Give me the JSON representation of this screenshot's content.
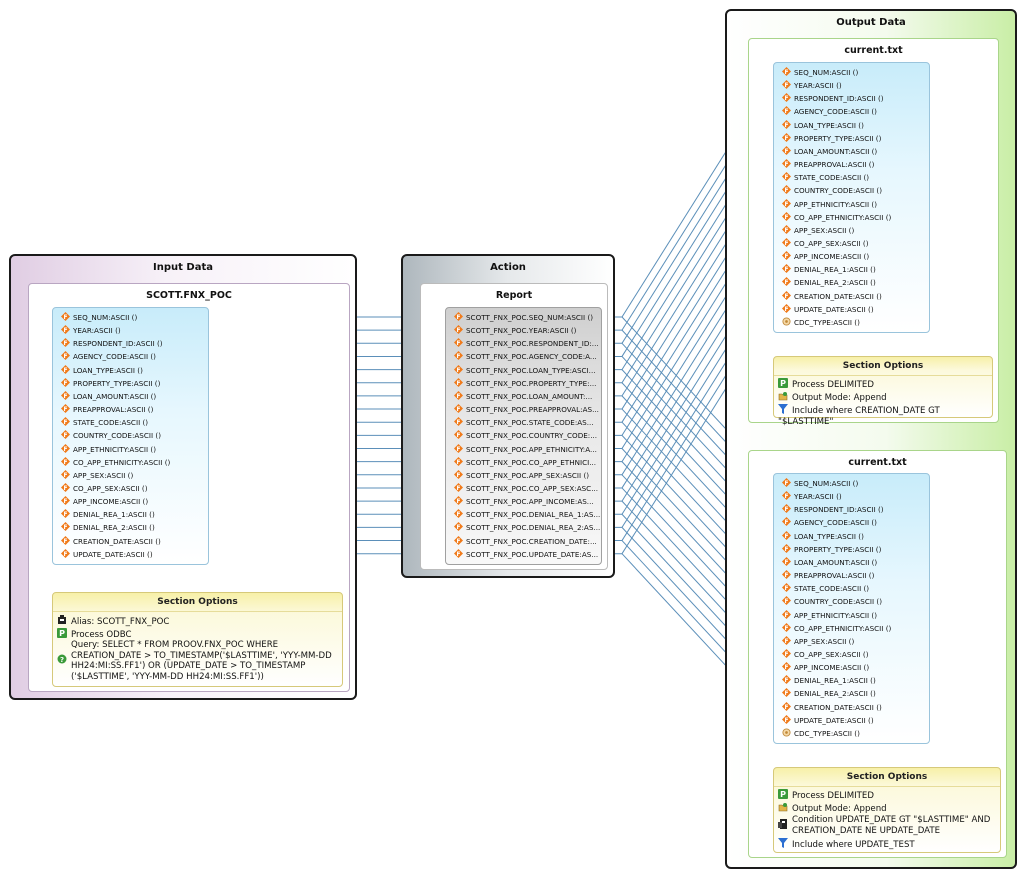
{
  "input_panel": {
    "title": "Input Data",
    "source_title": "SCOTT.FNX_POC",
    "fields": [
      "SEQ_NUM:ASCII ()",
      "YEAR:ASCII ()",
      "RESPONDENT_ID:ASCII ()",
      "AGENCY_CODE:ASCII ()",
      "LOAN_TYPE:ASCII ()",
      "PROPERTY_TYPE:ASCII ()",
      "LOAN_AMOUNT:ASCII ()",
      "PREAPPROVAL:ASCII ()",
      "STATE_CODE:ASCII ()",
      "COUNTRY_CODE:ASCII ()",
      "APP_ETHNICITY:ASCII ()",
      "CO_APP_ETHNICITY:ASCII ()",
      "APP_SEX:ASCII ()",
      "CO_APP_SEX:ASCII ()",
      "APP_INCOME:ASCII ()",
      "DENIAL_REA_1:ASCII ()",
      "DENIAL_REA_2:ASCII ()",
      "CREATION_DATE:ASCII ()",
      "UPDATE_DATE:ASCII ()"
    ],
    "options": {
      "title": "Section Options",
      "alias": "Alias: SCOTT_FNX_POC",
      "process": "Process ODBC",
      "query_lines": [
        "Query: SELECT * FROM PROOV.FNX_POC WHERE",
        "CREATION_DATE > TO_TIMESTAMP('$LASTTIME', 'YYY-MM-DD",
        "HH24:MI:SS.FF1') OR (UPDATE_DATE > TO_TIMESTAMP",
        "('$LASTTIME', 'YYY-MM-DD HH24:MI:SS.FF1'))"
      ]
    }
  },
  "action_panel": {
    "title": "Action",
    "report_title": "Report",
    "fields": [
      "SCOTT_FNX_POC.SEQ_NUM:ASCII ()",
      "SCOTT_FNX_POC.YEAR:ASCII ()",
      "SCOTT_FNX_POC.RESPONDENT_ID:...",
      "SCOTT_FNX_POC.AGENCY_CODE:A...",
      "SCOTT_FNX_POC.LOAN_TYPE:ASCI...",
      "SCOTT_FNX_POC.PROPERTY_TYPE:...",
      "SCOTT_FNX_POC.LOAN_AMOUNT:...",
      "SCOTT_FNX_POC.PREAPPROVAL:AS...",
      "SCOTT_FNX_POC.STATE_CODE:AS...",
      "SCOTT_FNX_POC.COUNTRY_CODE:...",
      "SCOTT_FNX_POC.APP_ETHNICITY:A...",
      "SCOTT_FNX_POC.CO_APP_ETHNICI...",
      "SCOTT_FNX_POC.APP_SEX:ASCII ()",
      "SCOTT_FNX_POC.CO_APP_SEX:ASC...",
      "SCOTT_FNX_POC.APP_INCOME:AS...",
      "SCOTT_FNX_POC.DENIAL_REA_1:AS...",
      "SCOTT_FNX_POC.DENIAL_REA_2:AS...",
      "SCOTT_FNX_POC.CREATION_DATE:...",
      "SCOTT_FNX_POC.UPDATE_DATE:AS..."
    ]
  },
  "output_panel": {
    "title": "Output Data",
    "targets": [
      {
        "title": "current.txt",
        "fields": [
          "SEQ_NUM:ASCII ()",
          "YEAR:ASCII ()",
          "RESPONDENT_ID:ASCII ()",
          "AGENCY_CODE:ASCII ()",
          "LOAN_TYPE:ASCII ()",
          "PROPERTY_TYPE:ASCII ()",
          "LOAN_AMOUNT:ASCII ()",
          "PREAPPROVAL:ASCII ()",
          "STATE_CODE:ASCII ()",
          "COUNTRY_CODE:ASCII ()",
          "APP_ETHNICITY:ASCII ()",
          "CO_APP_ETHNICITY:ASCII ()",
          "APP_SEX:ASCII ()",
          "CO_APP_SEX:ASCII ()",
          "APP_INCOME:ASCII ()",
          "DENIAL_REA_1:ASCII ()",
          "DENIAL_REA_2:ASCII ()",
          "CREATION_DATE:ASCII ()",
          "UPDATE_DATE:ASCII ()",
          "CDC_TYPE:ASCII ()"
        ],
        "options": {
          "title": "Section Options",
          "process": "Process DELIMITED",
          "output_mode": "Output Mode: Append",
          "include": "Include where CREATION_DATE GT \"$LASTTIME\""
        }
      },
      {
        "title": "current.txt",
        "fields": [
          "SEQ_NUM:ASCII ()",
          "YEAR:ASCII ()",
          "RESPONDENT_ID:ASCII ()",
          "AGENCY_CODE:ASCII ()",
          "LOAN_TYPE:ASCII ()",
          "PROPERTY_TYPE:ASCII ()",
          "LOAN_AMOUNT:ASCII ()",
          "PREAPPROVAL:ASCII ()",
          "STATE_CODE:ASCII ()",
          "COUNTRY_CODE:ASCII ()",
          "APP_ETHNICITY:ASCII ()",
          "CO_APP_ETHNICITY:ASCII ()",
          "APP_SEX:ASCII ()",
          "CO_APP_SEX:ASCII ()",
          "APP_INCOME:ASCII ()",
          "DENIAL_REA_1:ASCII ()",
          "DENIAL_REA_2:ASCII ()",
          "CREATION_DATE:ASCII ()",
          "UPDATE_DATE:ASCII ()",
          "CDC_TYPE:ASCII ()"
        ],
        "options": {
          "title": "Section Options",
          "process": "Process DELIMITED",
          "output_mode": "Output Mode: Append",
          "condition_lines": [
            "Condition UPDATE_DATE GT \"$LASTTIME\" AND",
            "CREATION_DATE NE UPDATE_DATE"
          ],
          "include": "Include where UPDATE_TEST"
        }
      }
    ]
  },
  "icons": {
    "field": "field-icon",
    "computed_field": "computed-field-icon",
    "alias": "alias-icon",
    "process": "process-icon",
    "query": "query-icon",
    "output_mode": "output-mode-icon",
    "include": "filter-icon",
    "condition": "condition-icon"
  },
  "colors": {
    "connector": "#5b8fb9",
    "field_icon": "#f07a1a",
    "process_icon": "#3a9a3a",
    "input_panel_tint": "#d9c4dc",
    "action_panel_tint": "#b4bcc2",
    "output_panel_tint": "#cfeeb0"
  }
}
